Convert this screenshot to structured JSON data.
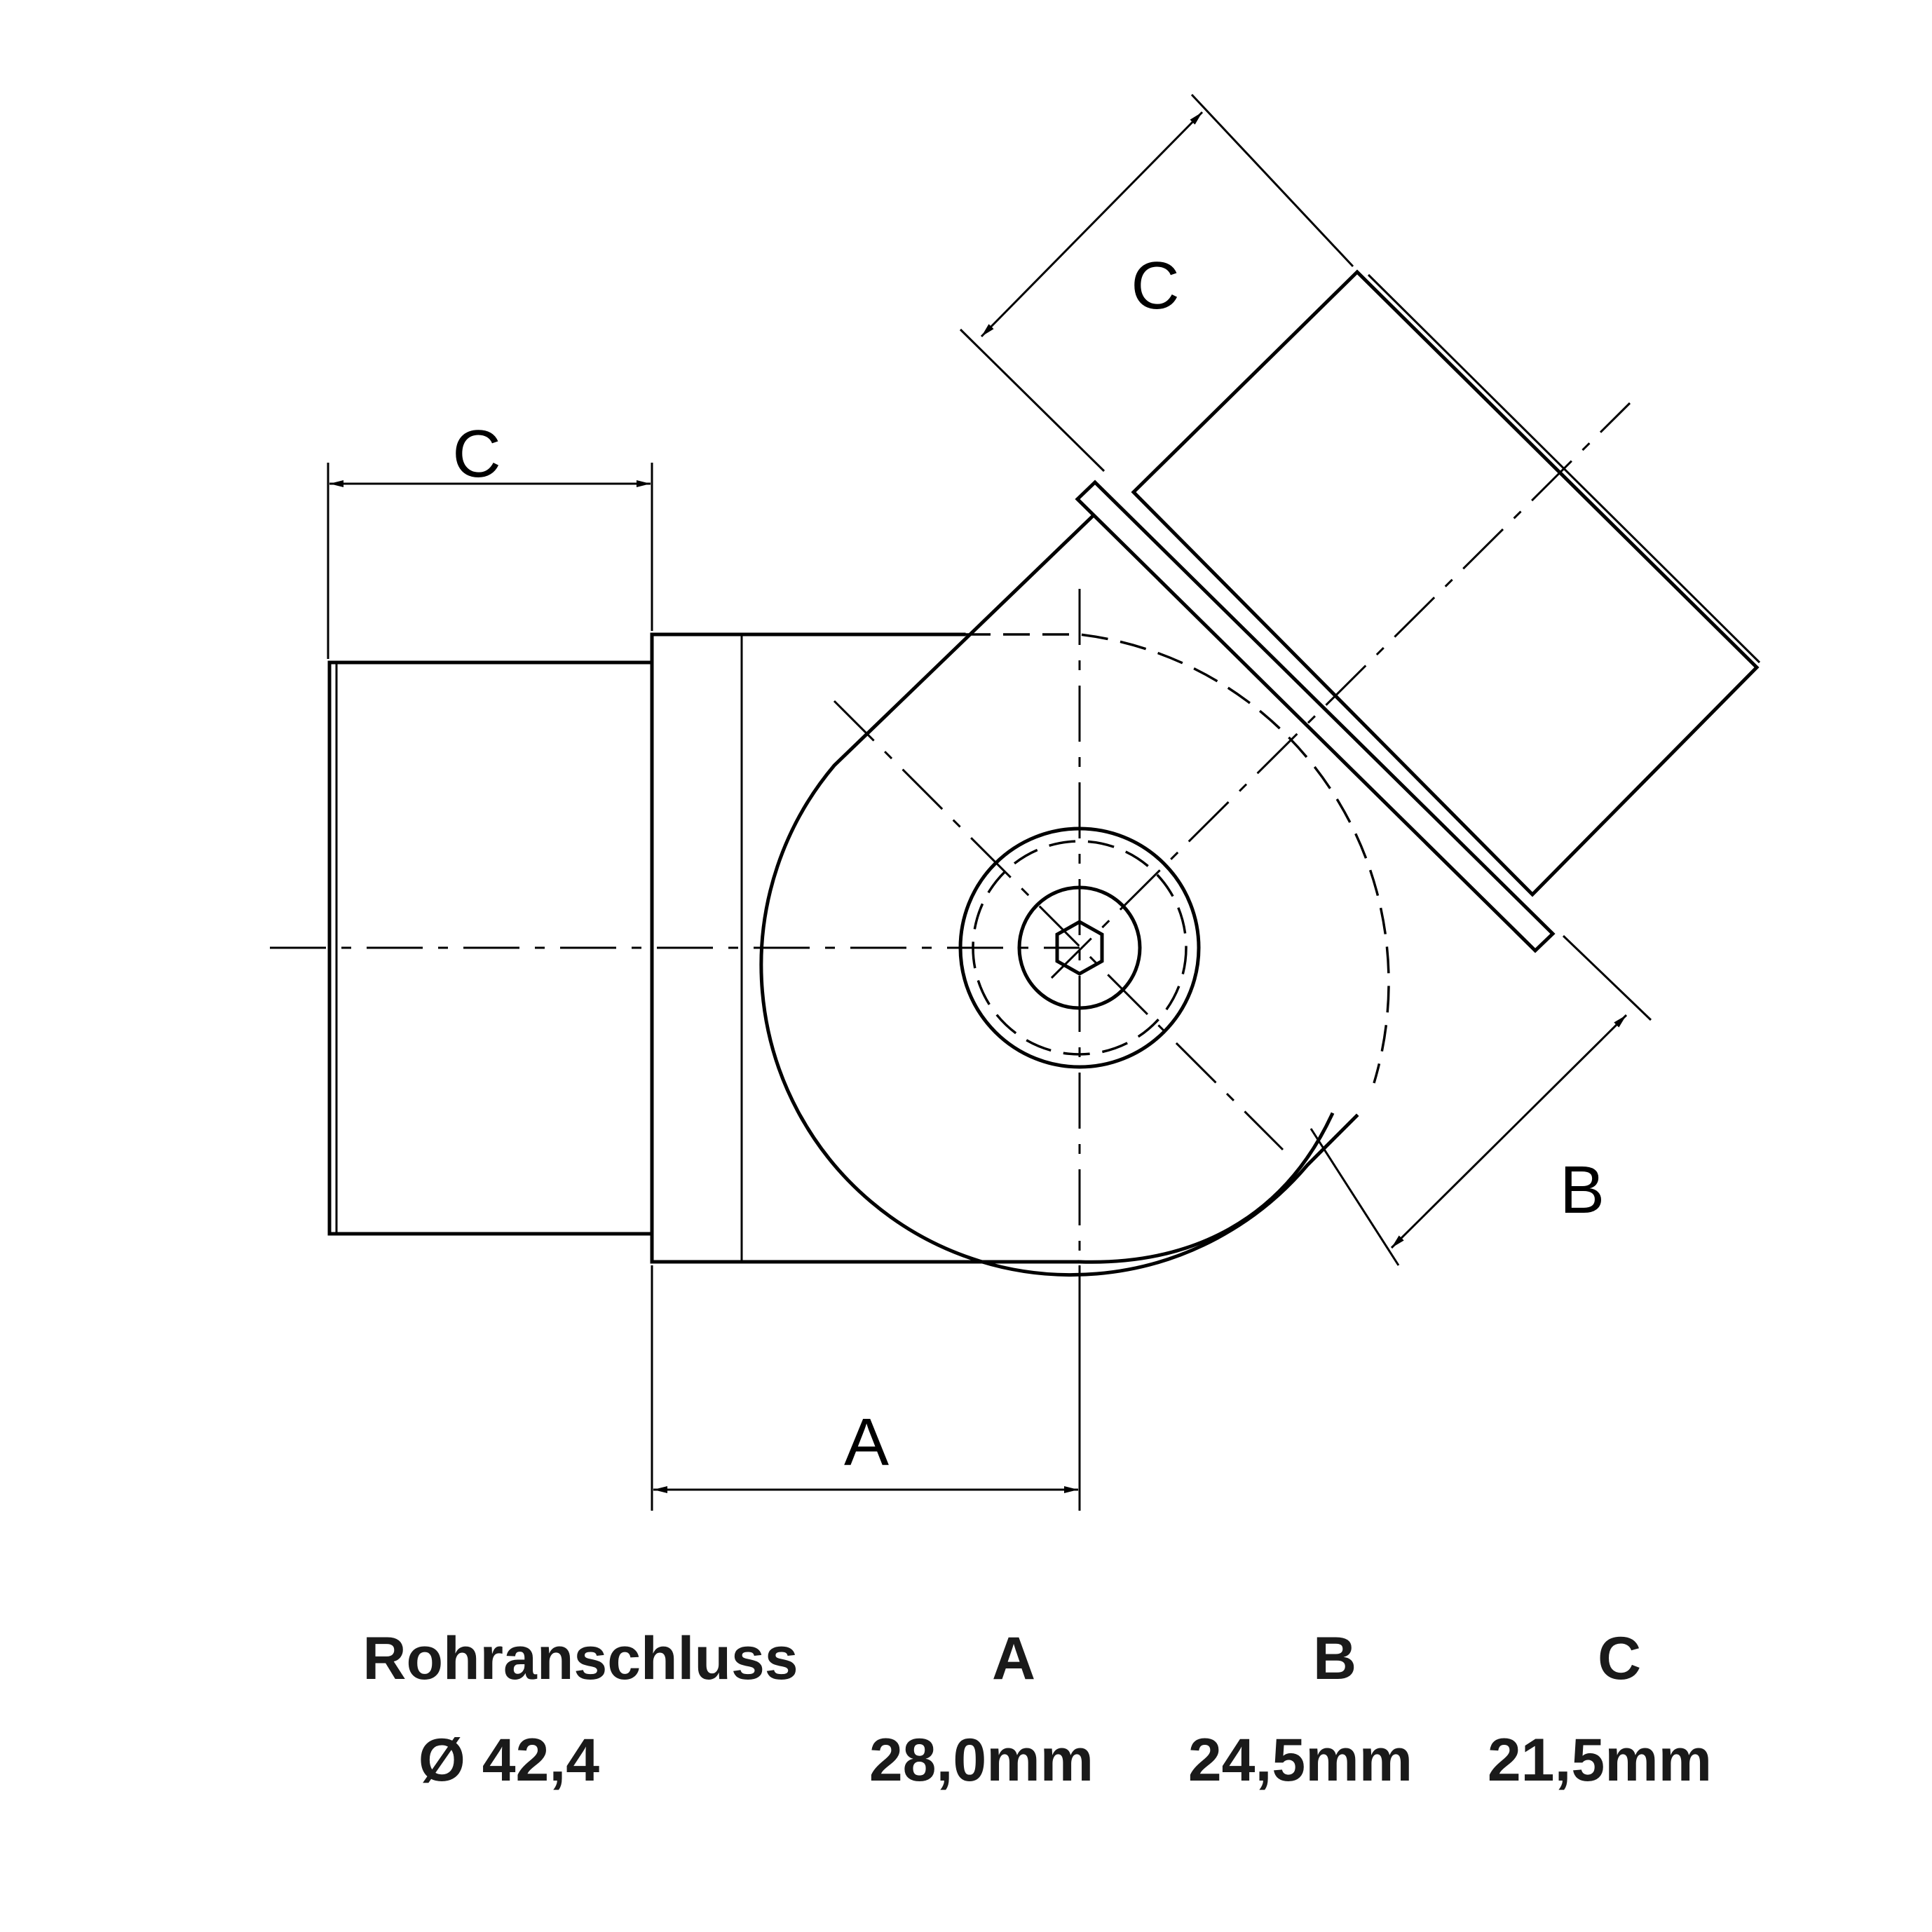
{
  "dimension_labels": {
    "c_left": "C",
    "c_top": "C",
    "a": "A",
    "b": "B"
  },
  "table": {
    "headers": [
      "Rohranschluss",
      "A",
      "B",
      "C"
    ],
    "values": [
      "Ø 42,4",
      "28,0mm",
      "24,5mm",
      "21,5mm"
    ]
  }
}
